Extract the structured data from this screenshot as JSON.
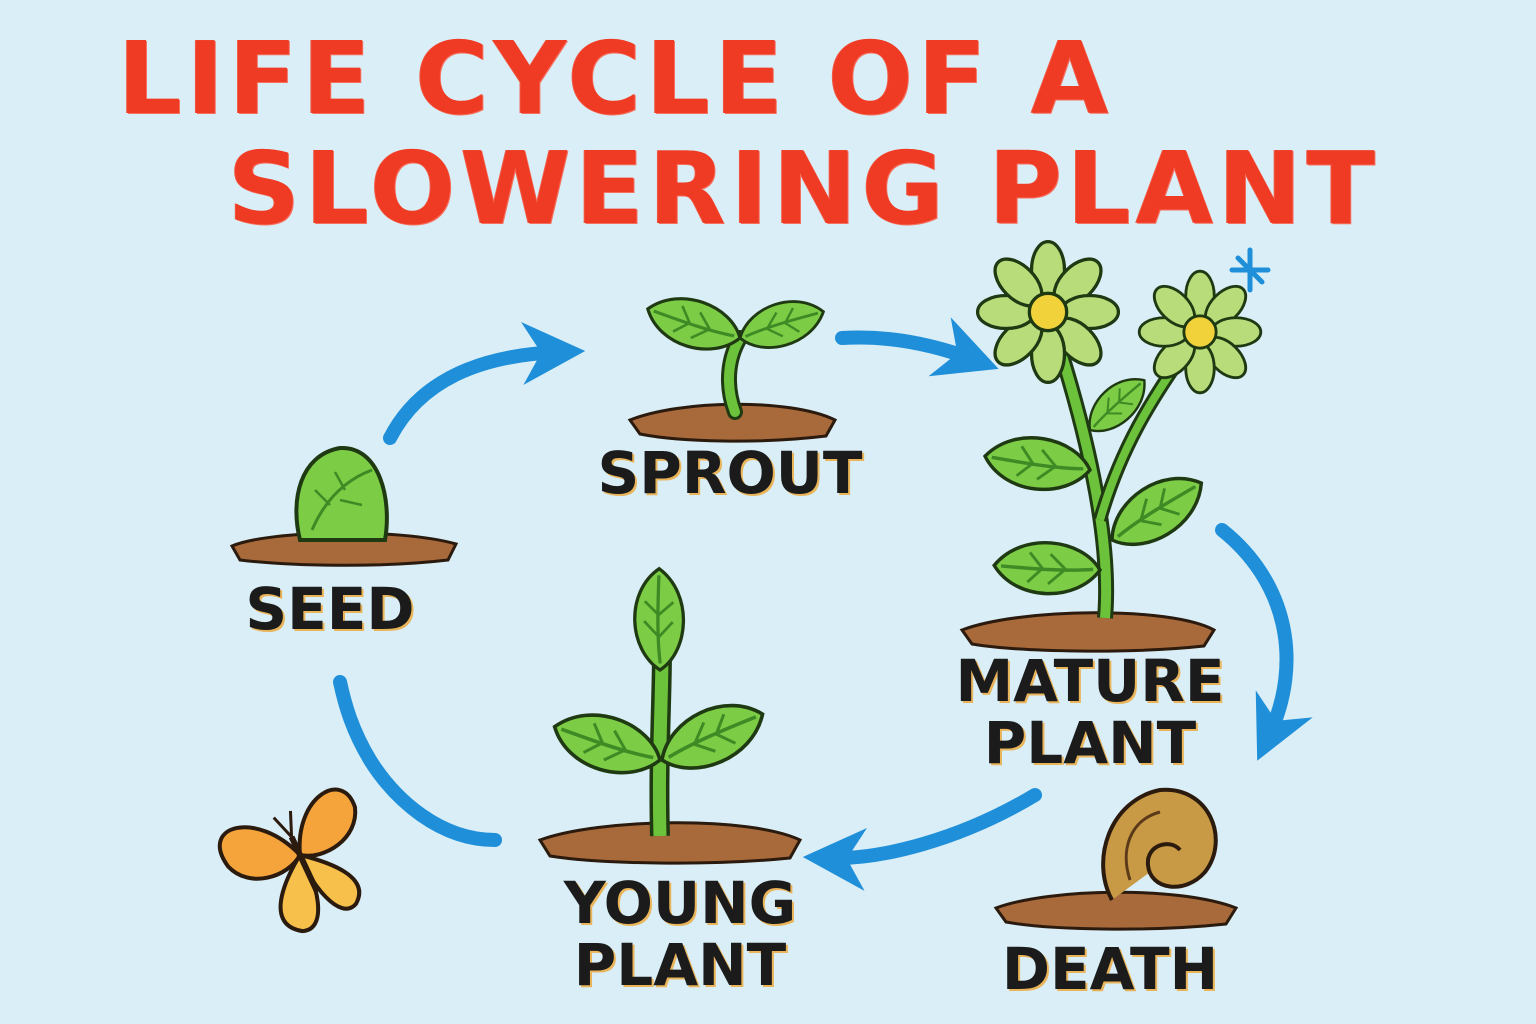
{
  "title": {
    "line1": "LIFE CYCLE OF A",
    "line2": "SLOWERING PLANT"
  },
  "stages": {
    "seed": {
      "line1": "SEED"
    },
    "sprout": {
      "line1": "SPROUT"
    },
    "mature": {
      "line1": "MATURE",
      "line2": "PLANT"
    },
    "young": {
      "line1": "YOUNG",
      "line2": "PLANT"
    },
    "death": {
      "line1": "DEATH"
    }
  },
  "colors": {
    "background": "#d9eef7",
    "title": "#ef3a24",
    "arrow": "#1e8fd8",
    "leaf": "#6cc23a",
    "leaf_dark": "#3e8a25",
    "soil": "#a86a3a",
    "flower_center": "#f2d23a",
    "butterfly": "#f4a43a"
  },
  "icons": [
    "seed-icon",
    "sprout-icon",
    "mature-plant-icon",
    "young-plant-icon",
    "death-icon",
    "butterfly-icon",
    "sparkle-icon"
  ]
}
